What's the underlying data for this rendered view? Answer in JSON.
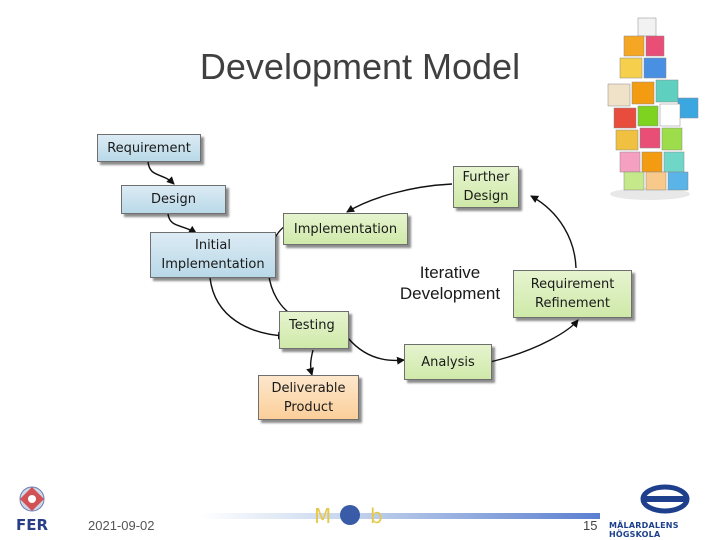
{
  "slide": {
    "title": "Development Model",
    "date": "2021-09-02",
    "page_number": "15"
  },
  "diagram": {
    "requirement": "Requirement",
    "design": "Design",
    "initial_implementation": "Initial\nImplementation",
    "further_design": "Further\nDesign",
    "implementation": "Implementation",
    "iterative_development": "Iterative\nDevelopment",
    "requirement_refinement": "Requirement\nRefinement",
    "testing": "Testing",
    "analysis": "Analysis",
    "deliverable_product": "Deliverable\nProduct"
  },
  "logos": {
    "left": "FER",
    "center": "M b",
    "right": "MÄLARDALENS HÖGSKOLA"
  },
  "colors": {
    "step_blue": "#c9e2ee",
    "cycle_green": "#d8eebb",
    "deliverable_orange": "#fcd9ae"
  }
}
